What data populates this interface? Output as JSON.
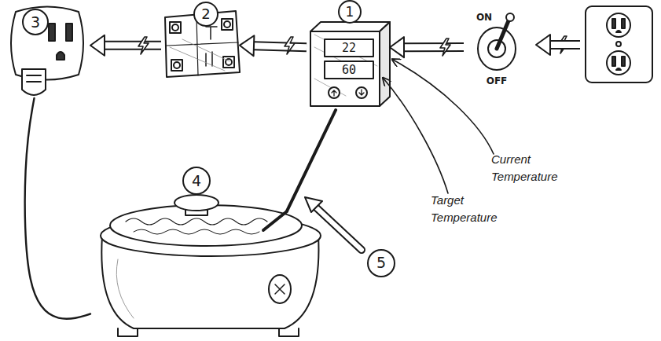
{
  "diagram": {
    "nodes": [
      {
        "text": [
          "3"
        ]
      },
      {
        "text": [
          "2"
        ]
      },
      {
        "text": [
          "1",
          "22",
          "60"
        ]
      },
      {
        "text": [
          "ON",
          "OFF"
        ]
      },
      {
        "text": [
          "4"
        ]
      }
    ],
    "edges": [
      {
        "from": 3,
        "to": 2,
        "arrow": "to"
      },
      {
        "from": 2,
        "to": 1,
        "arrow": "to"
      },
      {
        "from": 1,
        "to": 0,
        "arrow": "to"
      },
      {
        "from": 0,
        "to": 4,
        "arrow": "none"
      },
      {
        "from": 4,
        "to": 2,
        "arrow": "none"
      }
    ],
    "labels": [
      "5",
      "Current Temperature",
      "Target Temperature"
    ]
  }
}
